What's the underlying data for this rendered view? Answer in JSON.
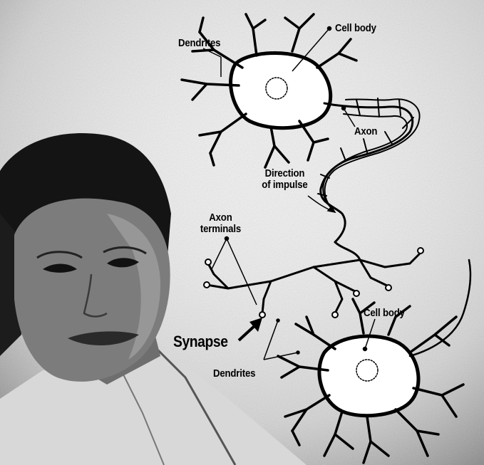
{
  "labels": {
    "cell_body_top": "Cell body",
    "dendrites_top": "Dendrites",
    "axon": "Axon",
    "direction_line1": "Direction",
    "direction_line2": "of impulse",
    "axon_terminals_line1": "Axon",
    "axon_terminals_line2": "terminals",
    "cell_body_bottom": "Cell body",
    "synapse": "Synapse",
    "dendrites_bottom": "Dendrites"
  },
  "colors": {
    "ink": "#000000",
    "paper": "#f2f2f2",
    "photo_dark": "#1a1a1a"
  }
}
